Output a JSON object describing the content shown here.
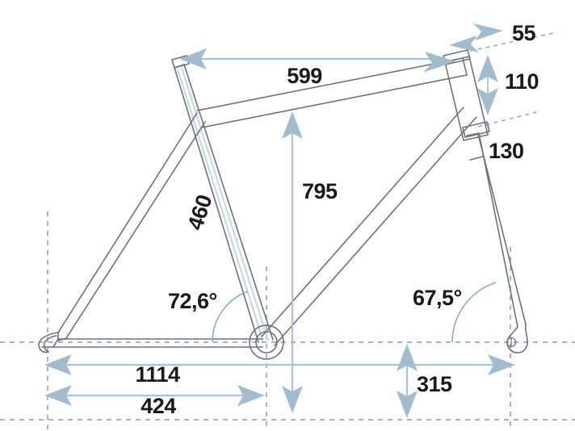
{
  "drawing": {
    "title": "Bicycle Frame Geometry Diagram",
    "units": "mm",
    "background_color": "#fefefe",
    "tube_color": "#6e7276",
    "dimension_color": "#a9c3d2",
    "arrow_color": "#a3bccd",
    "dashed_color": "#9aa9b4",
    "text_color": "#1a1a1a"
  },
  "dimensions": {
    "top_tube": {
      "label": "599",
      "kind": "horizontal-length"
    },
    "stack": {
      "label": "795",
      "kind": "vertical-length"
    },
    "head_tube": {
      "label": "110",
      "kind": "head-tube-length"
    },
    "reach_offset": {
      "label": "55",
      "kind": "short-offset"
    },
    "fork_length": {
      "label": "130",
      "kind": "fork-segment"
    },
    "seat_tube": {
      "label": "460",
      "kind": "seat-tube-length"
    },
    "wheelbase": {
      "label": "1114",
      "kind": "wheelbase"
    },
    "chainstay": {
      "label": "424",
      "kind": "chainstay"
    },
    "front_center": {
      "label": "315",
      "kind": "front-center-offset"
    },
    "seat_angle": {
      "label": "72,6°",
      "kind": "seat-tube-angle"
    },
    "head_angle": {
      "label": "67,5°",
      "kind": "head-tube-angle"
    }
  },
  "chart_data": {
    "type": "diagram",
    "title": "Bicycle Frame Geometry",
    "annotations": [
      {
        "name": "top-tube-length",
        "value": 599,
        "unit": "mm"
      },
      {
        "name": "stack-height",
        "value": 795,
        "unit": "mm"
      },
      {
        "name": "head-tube-length",
        "value": 110,
        "unit": "mm"
      },
      {
        "name": "head-tube-top-offset",
        "value": 55,
        "unit": "mm"
      },
      {
        "name": "fork-crown-segment",
        "value": 130,
        "unit": "mm"
      },
      {
        "name": "seat-tube-length",
        "value": 460,
        "unit": "mm"
      },
      {
        "name": "wheelbase",
        "value": 1114,
        "unit": "mm"
      },
      {
        "name": "chainstay-length",
        "value": 424,
        "unit": "mm"
      },
      {
        "name": "front-center-offset",
        "value": 315,
        "unit": "mm"
      },
      {
        "name": "seat-tube-angle",
        "value": 72.6,
        "unit": "deg"
      },
      {
        "name": "head-tube-angle",
        "value": 67.5,
        "unit": "deg"
      }
    ]
  }
}
